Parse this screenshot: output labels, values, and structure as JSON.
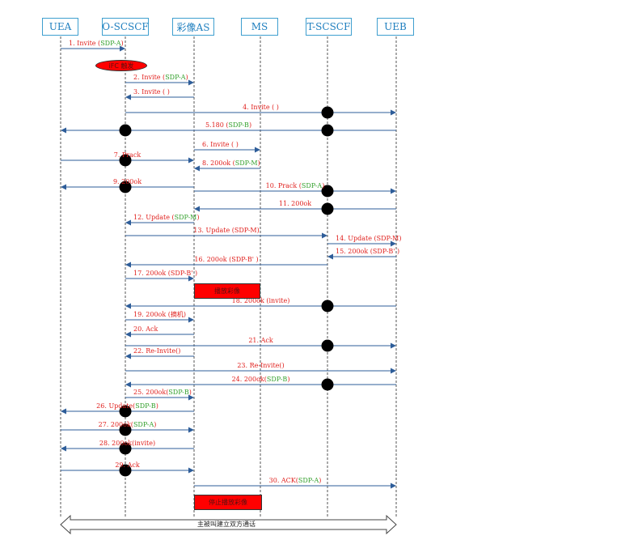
{
  "participants": [
    {
      "id": "uea",
      "label": "UEA"
    },
    {
      "id": "oscscf",
      "label": "O-SCSCF"
    },
    {
      "id": "as",
      "label": "彩像AS"
    },
    {
      "id": "ms",
      "label": "MS"
    },
    {
      "id": "tscscf",
      "label": "T-SCSCF"
    },
    {
      "id": "ueb",
      "label": "UEB"
    }
  ],
  "ifc_label": "iFC 触发",
  "messages": [
    {
      "id": "m1",
      "from": "uea",
      "to": "oscscf",
      "text": "1. Invite (",
      "sdp": "SDP-A",
      "tail": ")"
    },
    {
      "id": "m2",
      "from": "oscscf",
      "to": "as",
      "text": "2. Invite (",
      "sdp": "SDP-A",
      "tail": ")"
    },
    {
      "id": "m3",
      "from": "as",
      "to": "oscscf",
      "text": "3. Invite ( )",
      "sdp": "",
      "tail": ""
    },
    {
      "id": "m4",
      "from": "oscscf",
      "to": "ueb",
      "text": "4. Invite ( )",
      "sdp": "",
      "tail": ""
    },
    {
      "id": "m5",
      "from": "ueb",
      "to": "uea",
      "text": "5.180 (",
      "sdp": "SDP-B",
      "tail": ")"
    },
    {
      "id": "m6",
      "from": "as",
      "to": "ms",
      "text": "6. Invite ( )",
      "sdp": "",
      "tail": ""
    },
    {
      "id": "m7",
      "from": "uea",
      "to": "as",
      "text": "7. Prack",
      "sdp": "",
      "tail": ""
    },
    {
      "id": "m8",
      "from": "ms",
      "to": "as",
      "text": "8. 200ok (",
      "sdp": "SDP-M",
      "tail": ")"
    },
    {
      "id": "m9",
      "from": "as",
      "to": "uea",
      "text": "9. 200ok",
      "sdp": "",
      "tail": ""
    },
    {
      "id": "m10",
      "from": "as",
      "to": "ueb",
      "text": "10. Prack (",
      "sdp": "SDP-A",
      "tail": ")"
    },
    {
      "id": "m11",
      "from": "ueb",
      "to": "as",
      "text": "11. 200ok",
      "sdp": "",
      "tail": ""
    },
    {
      "id": "m12",
      "from": "as",
      "to": "oscscf",
      "text": "12. Update (",
      "sdp": "SDP-M",
      "tail": ")"
    },
    {
      "id": "m13",
      "from": "oscscf",
      "to": "tscscf",
      "text": "13. Update (SDP-M)",
      "sdp": "",
      "tail": ""
    },
    {
      "id": "m14",
      "from": "tscscf",
      "to": "ueb",
      "text": "14. Update (SDP-M)",
      "sdp": "",
      "tail": ""
    },
    {
      "id": "m15",
      "from": "ueb",
      "to": "tscscf",
      "text": "15. 200ok (SDP-B' )",
      "sdp": "",
      "tail": ""
    },
    {
      "id": "m16",
      "from": "tscscf",
      "to": "oscscf",
      "text": "16. 200ok (SDP-B' )",
      "sdp": "",
      "tail": ""
    },
    {
      "id": "m17",
      "from": "oscscf",
      "to": "as",
      "text": "17. 200ok (SDP-B' )",
      "sdp": "",
      "tail": ""
    },
    {
      "id": "m18",
      "from": "ueb",
      "to": "oscscf",
      "text": "18. 200ok (invite)",
      "sdp": "",
      "tail": ""
    },
    {
      "id": "m19",
      "from": "oscscf",
      "to": "as",
      "text": "19. 200ok (摘机)",
      "sdp": "",
      "tail": ""
    },
    {
      "id": "m20",
      "from": "as",
      "to": "oscscf",
      "text": "20. Ack",
      "sdp": "",
      "tail": ""
    },
    {
      "id": "m21",
      "from": "oscscf",
      "to": "ueb",
      "text": "21. Ack",
      "sdp": "",
      "tail": ""
    },
    {
      "id": "m22",
      "from": "as",
      "to": "oscscf",
      "text": "22. Re-Invite()",
      "sdp": "",
      "tail": ""
    },
    {
      "id": "m23",
      "from": "oscscf",
      "to": "ueb",
      "text": "23. Re-Invite()",
      "sdp": "",
      "tail": ""
    },
    {
      "id": "m24",
      "from": "ueb",
      "to": "oscscf",
      "text": "24. 200ok(",
      "sdp": "SDP-B",
      "tail": ")"
    },
    {
      "id": "m25",
      "from": "oscscf",
      "to": "as",
      "text": "25. 200ok(",
      "sdp": "SDP-B",
      "tail": ")"
    },
    {
      "id": "m26",
      "from": "as",
      "to": "uea",
      "text": "26. Update(",
      "sdp": "SDP-B",
      "tail": ")"
    },
    {
      "id": "m27",
      "from": "uea",
      "to": "as",
      "text": "27. 200ok(",
      "sdp": "SDP-A",
      "tail": ")"
    },
    {
      "id": "m28",
      "from": "as",
      "to": "uea",
      "text": "28. 200ok(invite)",
      "sdp": "",
      "tail": ""
    },
    {
      "id": "m29",
      "from": "uea",
      "to": "as",
      "text": "29. Ack",
      "sdp": "",
      "tail": ""
    },
    {
      "id": "m30",
      "from": "as",
      "to": "ueb",
      "text": "30. ACK(",
      "sdp": "SDP-A",
      "tail": ")"
    }
  ],
  "notes": [
    {
      "id": "note-play",
      "text": "播放彩像"
    },
    {
      "id": "note-stop",
      "text": "停止播放彩像"
    }
  ],
  "bottom_label": "主被叫建立双方通话",
  "colors": {
    "lifeline": "#555555",
    "arrow": "#2e5d99",
    "header_border": "#3f9fcf",
    "message_text": "#e0201d",
    "sdp_text": "#33a02c",
    "note_fill": "#ff0000",
    "dot": "#000000"
  }
}
